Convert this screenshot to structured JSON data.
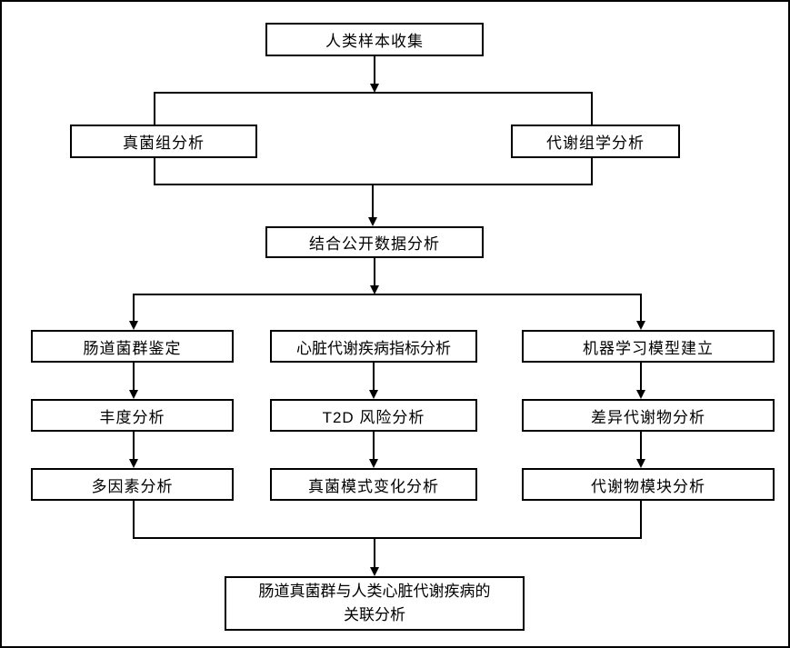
{
  "diagram": {
    "type": "flowchart",
    "background_color": "#ffffff",
    "line_color": "#000000",
    "box_fill_color": "#ffffff",
    "box_border_color": "#000000",
    "nodes": {
      "sample_collection": {
        "label": "人类样本收集"
      },
      "mycobiome_analysis": {
        "label": "真菌组分析"
      },
      "metabolomics_analysis": {
        "label": "代谢组学分析"
      },
      "public_data_analysis": {
        "label": "结合公开数据分析"
      },
      "gut_flora_identification": {
        "label": "肠道菌群鉴定"
      },
      "cardiometabolic_indicator_analysis": {
        "label": "心脏代谢疾病指标分析"
      },
      "machine_learning_model": {
        "label": "机器学习模型建立"
      },
      "abundance_analysis": {
        "label": "丰度分析"
      },
      "t2d_risk_analysis": {
        "label": "T2D 风险分析"
      },
      "differential_metabolite_analysis": {
        "label": "差异代谢物分析"
      },
      "multifactor_analysis": {
        "label": "多因素分析"
      },
      "fungal_pattern_change_analysis": {
        "label": "真菌模式变化分析"
      },
      "metabolite_module_analysis": {
        "label": "代谢物模块分析"
      },
      "association_analysis": {
        "label_line1": "肠道真菌群与人类心脏代谢疾病的",
        "label_line2": "关联分析"
      }
    },
    "edges": [
      "sample_collection -> mycobiome_analysis",
      "sample_collection -> metabolomics_analysis",
      "mycobiome_analysis -> public_data_analysis",
      "metabolomics_analysis -> public_data_analysis",
      "public_data_analysis -> gut_flora_identification",
      "public_data_analysis -> machine_learning_model",
      "gut_flora_identification -> abundance_analysis",
      "abundance_analysis -> multifactor_analysis",
      "cardiometabolic_indicator_analysis -> t2d_risk_analysis",
      "t2d_risk_analysis -> fungal_pattern_change_analysis",
      "machine_learning_model -> differential_metabolite_analysis",
      "differential_metabolite_analysis -> metabolite_module_analysis",
      "multifactor_analysis -> association_analysis",
      "metabolite_module_analysis -> association_analysis"
    ]
  }
}
